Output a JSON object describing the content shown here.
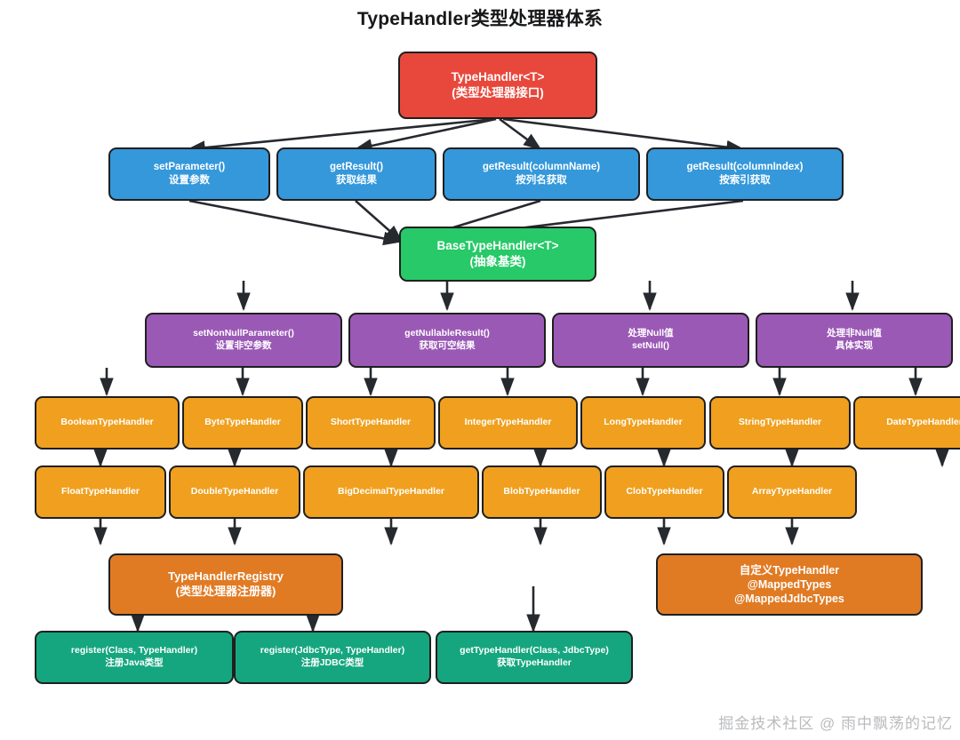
{
  "title": "TypeHandler类型处理器体系",
  "watermark": "掘金技术社区 @ 雨中飘荡的记忆",
  "colors": {
    "root": "#e8483c",
    "interface_method": "#3498db",
    "base_class": "#27c968",
    "abstract_method": "#9b59b6",
    "type_handler": "#f0a01e",
    "registry": "#e07b24",
    "registry_method": "#15a67f",
    "stroke": "#1f1f1f",
    "background": "#ffffff",
    "title_text": "#17181a",
    "watermark_text": "#b9bbbe"
  },
  "root_node": {
    "line1": "TypeHandler<T>",
    "line2": "(类型处理器接口)"
  },
  "interface_methods": [
    {
      "line1": "setParameter()",
      "line2": "设置参数"
    },
    {
      "line1": "getResult()",
      "line2": "获取结果"
    },
    {
      "line1": "getResult(columnName)",
      "line2": "按列名获取"
    },
    {
      "line1": "getResult(columnIndex)",
      "line2": "按索引获取"
    }
  ],
  "base_node": {
    "line1": "BaseTypeHandler<T>",
    "line2": "(抽象基类)"
  },
  "abstract_methods": [
    {
      "line1": "setNonNullParameter()",
      "line2": "设置非空参数"
    },
    {
      "line1": "getNullableResult()",
      "line2": "获取可空结果"
    },
    {
      "line1": "处理Null值",
      "line2": "setNull()"
    },
    {
      "line1": "处理非Null值",
      "line2": "具体实现"
    }
  ],
  "type_handlers_row1": [
    {
      "line1": "BooleanTypeHandler"
    },
    {
      "line1": "ByteTypeHandler"
    },
    {
      "line1": "ShortTypeHandler"
    },
    {
      "line1": "IntegerTypeHandler"
    },
    {
      "line1": "LongTypeHandler"
    },
    {
      "line1": "StringTypeHandler"
    },
    {
      "line1": "DateTypeHandler"
    }
  ],
  "type_handlers_row2": [
    {
      "line1": "FloatTypeHandler"
    },
    {
      "line1": "DoubleTypeHandler"
    },
    {
      "line1": "BigDecimalTypeHandler"
    },
    {
      "line1": "BlobTypeHandler"
    },
    {
      "line1": "ClobTypeHandler"
    },
    {
      "line1": "ArrayTypeHandler"
    }
  ],
  "registry_node": {
    "line1": "TypeHandlerRegistry",
    "line2": "(类型处理器注册器)"
  },
  "custom_node": {
    "line1": "自定义TypeHandler",
    "line2": "@MappedTypes",
    "line3": "@MappedJdbcTypes"
  },
  "registry_methods": [
    {
      "line1": "register(Class, TypeHandler)",
      "line2": "注册Java类型"
    },
    {
      "line1": "register(JdbcType, TypeHandler)",
      "line2": "注册JDBC类型"
    },
    {
      "line1": "getTypeHandler(Class, JdbcType)",
      "line2": "获取TypeHandler"
    }
  ]
}
